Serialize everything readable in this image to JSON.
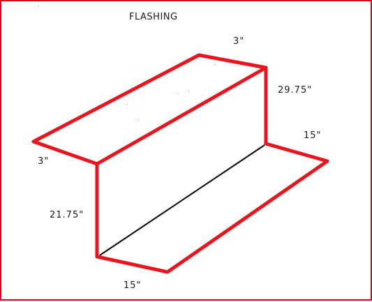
{
  "title": "FLASHING",
  "colors": {
    "outline": "#e8141e",
    "fold_line": "#000000",
    "frame": "#e0001b"
  },
  "dimensions": {
    "top_width": "3\"",
    "right_height": "29.75\"",
    "right_flange": "15\"",
    "left_width": "3\"",
    "left_height": "21.75\"",
    "bottom_flange": "15\""
  }
}
